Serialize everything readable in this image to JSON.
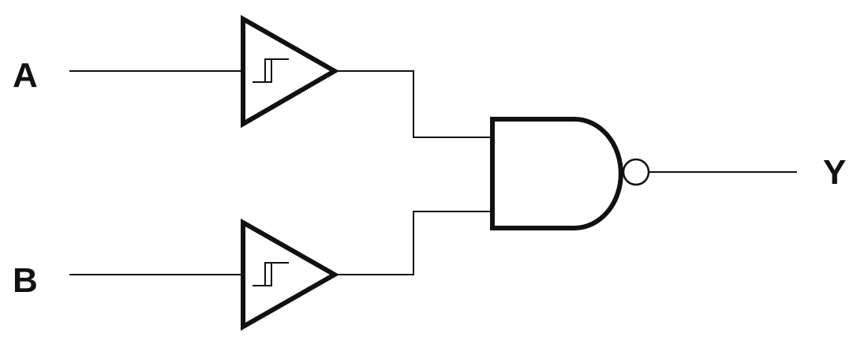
{
  "inputs": [
    {
      "label": "A"
    },
    {
      "label": "B"
    }
  ],
  "output": {
    "label": "Y"
  },
  "components": {
    "buffers": [
      "schmitt-trigger",
      "schmitt-trigger"
    ],
    "gate": "nand"
  },
  "colors": {
    "line": "#111111",
    "background": "#ffffff"
  }
}
